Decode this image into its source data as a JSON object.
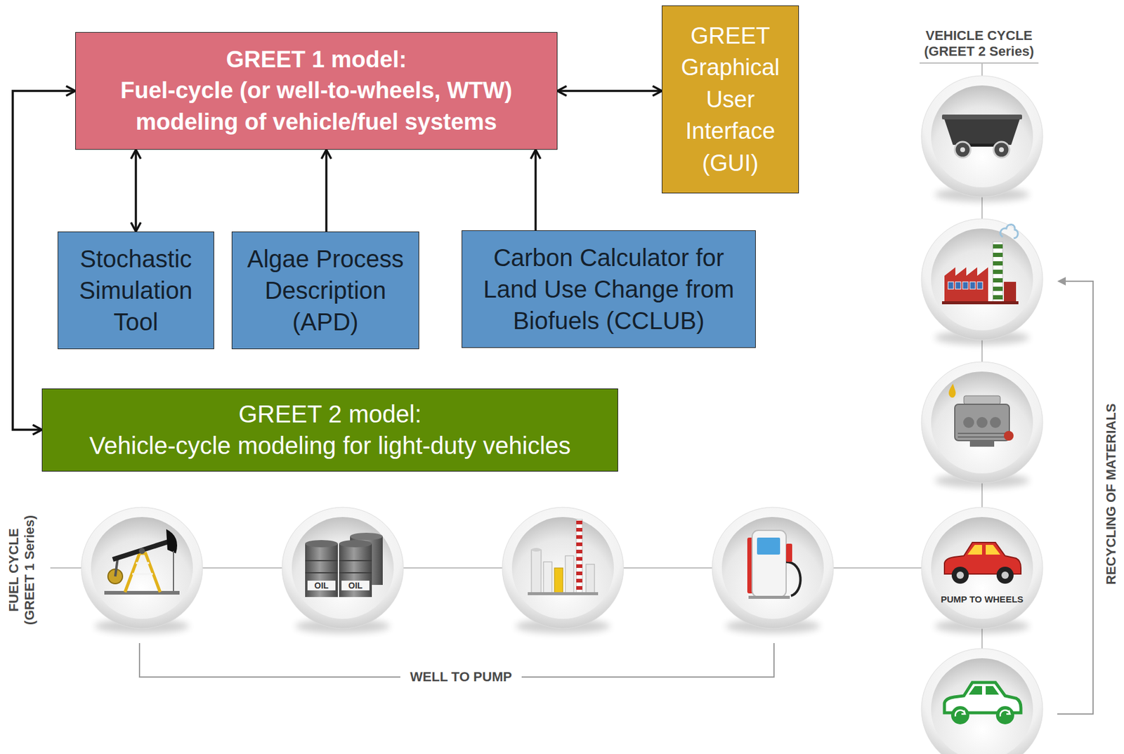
{
  "diagram": {
    "nodes": [
      {
        "text": [
          "GREET 1 model:",
          "Fuel-cycle (or well-to-wheels, WTW) modeling of vehicle/fuel systems"
        ]
      },
      {
        "text": [
          "GREET Graphical User Interface (GUI)"
        ]
      },
      {
        "text": [
          "Stochastic Simulation Tool"
        ]
      },
      {
        "text": [
          "Algae Process Description (APD)"
        ]
      },
      {
        "text": [
          "Carbon Calculator for Land Use Change from Biofuels (CCLUB)"
        ]
      },
      {
        "text": [
          "GREET 2 model:",
          "Vehicle-cycle modeling for light-duty vehicles"
        ]
      }
    ],
    "edges": [
      {
        "from": 0,
        "to": 1,
        "arrow": "both"
      },
      {
        "from": 2,
        "to": 0,
        "arrow": "both"
      },
      {
        "from": 3,
        "to": 0,
        "arrow": "to"
      },
      {
        "from": 4,
        "to": 0,
        "arrow": "to"
      },
      {
        "from": 0,
        "to": 5,
        "arrow": "both"
      }
    ],
    "labels": [
      "VEHICLE CYCLE (GREET 2 Series)",
      "FUEL CYCLE (GREET 1 Series)",
      "WELL TO PUMP",
      "PUMP TO WHEELS",
      "RECYCLING OF MATERIALS",
      "OIL",
      "OIL"
    ]
  }
}
